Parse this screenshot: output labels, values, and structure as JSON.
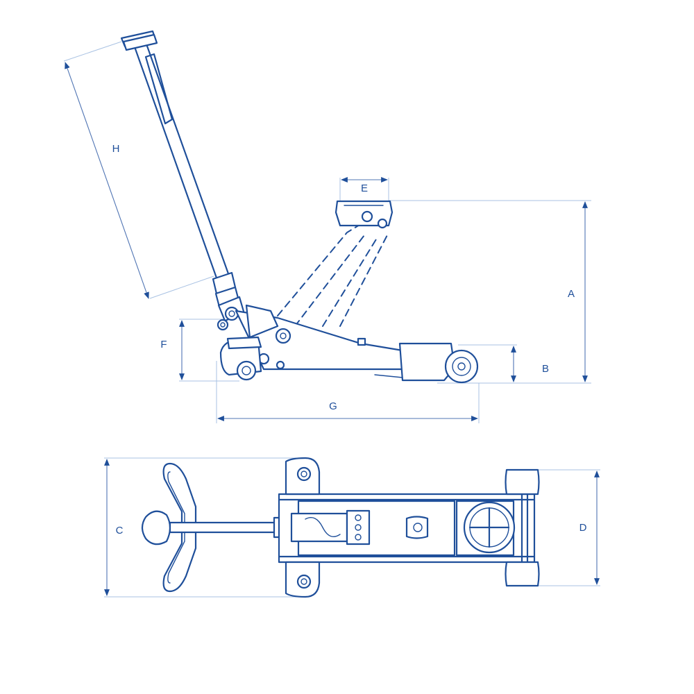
{
  "colors": {
    "stroke": "#1f4f9a",
    "dimension": "#a9c2e3",
    "background": "#ffffff"
  },
  "dimensions": {
    "A": "A",
    "B": "B",
    "C": "C",
    "D": "D",
    "E": "E",
    "F": "F",
    "G": "G",
    "H": "H"
  }
}
